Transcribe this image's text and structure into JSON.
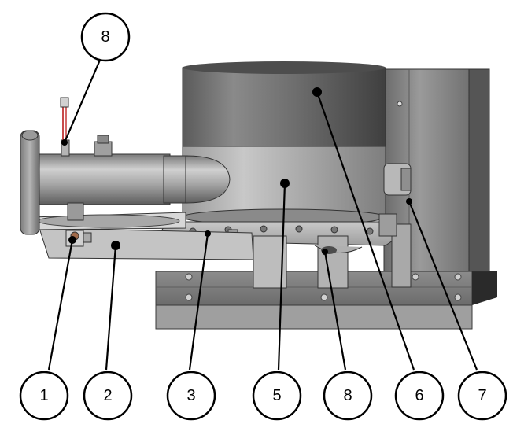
{
  "diagram": {
    "callouts": [
      {
        "id": "top",
        "label": "8"
      },
      {
        "id": "c1",
        "label": "1"
      },
      {
        "id": "c2",
        "label": "2"
      },
      {
        "id": "c3",
        "label": "3"
      },
      {
        "id": "c5",
        "label": "5"
      },
      {
        "id": "c8",
        "label": "8"
      },
      {
        "id": "c6",
        "label": "6"
      },
      {
        "id": "c7",
        "label": "7"
      }
    ]
  }
}
